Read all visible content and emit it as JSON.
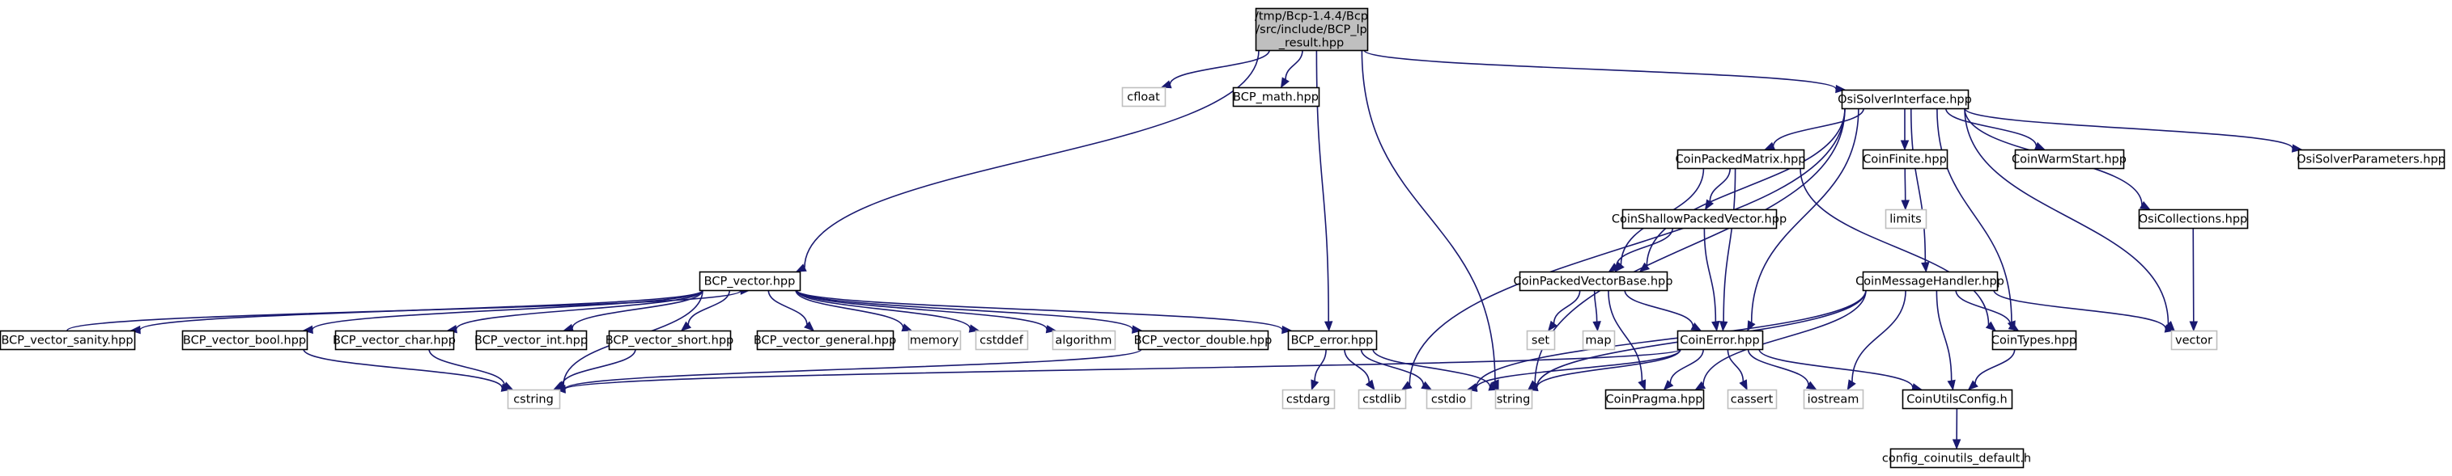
{
  "colors": {
    "edge": "#191970",
    "node_border": "#000000",
    "external_border": "#bfbfbf",
    "focus_fill": "#bfbfbf",
    "node_fill": "#ffffff"
  },
  "nodes": [
    {
      "id": "root",
      "lines": [
        "/tmp/Bcp-1.4.4/Bcp",
        "/src/include/BCP_lp",
        "_result.hpp"
      ],
      "kind": "focus"
    },
    {
      "id": "cfloat",
      "lines": [
        "cfloat"
      ],
      "kind": "external"
    },
    {
      "id": "bcp_math",
      "lines": [
        "BCP_math.hpp"
      ],
      "kind": "file"
    },
    {
      "id": "osi_si",
      "lines": [
        "OsiSolverInterface.hpp"
      ],
      "kind": "file"
    },
    {
      "id": "bcp_vector",
      "lines": [
        "BCP_vector.hpp"
      ],
      "kind": "file"
    },
    {
      "id": "bcp_error",
      "lines": [
        "BCP_error.hpp"
      ],
      "kind": "file"
    },
    {
      "id": "string",
      "lines": [
        "string"
      ],
      "kind": "external"
    },
    {
      "id": "cpm",
      "lines": [
        "CoinPackedMatrix.hpp"
      ],
      "kind": "file"
    },
    {
      "id": "finite",
      "lines": [
        "CoinFinite.hpp"
      ],
      "kind": "file"
    },
    {
      "id": "warm",
      "lines": [
        "CoinWarmStart.hpp"
      ],
      "kind": "file"
    },
    {
      "id": "osi_params",
      "lines": [
        "OsiSolverParameters.hpp"
      ],
      "kind": "file"
    },
    {
      "id": "osi_coll",
      "lines": [
        "OsiCollections.hpp"
      ],
      "kind": "file"
    },
    {
      "id": "limits",
      "lines": [
        "limits"
      ],
      "kind": "external"
    },
    {
      "id": "cspv",
      "lines": [
        "CoinShallowPackedVector.hpp"
      ],
      "kind": "file"
    },
    {
      "id": "cpvb",
      "lines": [
        "CoinPackedVectorBase.hpp"
      ],
      "kind": "file"
    },
    {
      "id": "cmh",
      "lines": [
        "CoinMessageHandler.hpp"
      ],
      "kind": "file"
    },
    {
      "id": "set",
      "lines": [
        "set"
      ],
      "kind": "external"
    },
    {
      "id": "map",
      "lines": [
        "map"
      ],
      "kind": "external"
    },
    {
      "id": "coin_error",
      "lines": [
        "CoinError.hpp"
      ],
      "kind": "file"
    },
    {
      "id": "coin_types",
      "lines": [
        "CoinTypes.hpp"
      ],
      "kind": "file"
    },
    {
      "id": "vector",
      "lines": [
        "vector"
      ],
      "kind": "external"
    },
    {
      "id": "sanity",
      "lines": [
        "BCP_vector_sanity.hpp"
      ],
      "kind": "file"
    },
    {
      "id": "vbool",
      "lines": [
        "BCP_vector_bool.hpp"
      ],
      "kind": "file"
    },
    {
      "id": "vchar",
      "lines": [
        "BCP_vector_char.hpp"
      ],
      "kind": "file"
    },
    {
      "id": "vint",
      "lines": [
        "BCP_vector_int.hpp"
      ],
      "kind": "file"
    },
    {
      "id": "vshort",
      "lines": [
        "BCP_vector_short.hpp"
      ],
      "kind": "file"
    },
    {
      "id": "vgeneral",
      "lines": [
        "BCP_vector_general.hpp"
      ],
      "kind": "file"
    },
    {
      "id": "memory",
      "lines": [
        "memory"
      ],
      "kind": "external"
    },
    {
      "id": "cstddef",
      "lines": [
        "cstddef"
      ],
      "kind": "external"
    },
    {
      "id": "algorithm",
      "lines": [
        "algorithm"
      ],
      "kind": "external"
    },
    {
      "id": "vdouble",
      "lines": [
        "BCP_vector_double.hpp"
      ],
      "kind": "file"
    },
    {
      "id": "cstring",
      "lines": [
        "cstring"
      ],
      "kind": "external"
    },
    {
      "id": "cstdarg",
      "lines": [
        "cstdarg"
      ],
      "kind": "external"
    },
    {
      "id": "cstdlib",
      "lines": [
        "cstdlib"
      ],
      "kind": "external"
    },
    {
      "id": "cstdio",
      "lines": [
        "cstdio"
      ],
      "kind": "external"
    },
    {
      "id": "pragma",
      "lines": [
        "CoinPragma.hpp"
      ],
      "kind": "file"
    },
    {
      "id": "cassert",
      "lines": [
        "cassert"
      ],
      "kind": "external"
    },
    {
      "id": "iostream",
      "lines": [
        "iostream"
      ],
      "kind": "external"
    },
    {
      "id": "utils_config",
      "lines": [
        "CoinUtilsConfig.h"
      ],
      "kind": "file"
    },
    {
      "id": "config_default",
      "lines": [
        "config_coinutils_default.h"
      ],
      "kind": "file"
    }
  ],
  "edges": [
    [
      "root",
      "cfloat"
    ],
    [
      "root",
      "bcp_math"
    ],
    [
      "root",
      "osi_si"
    ],
    [
      "root",
      "bcp_vector"
    ],
    [
      "root",
      "bcp_error"
    ],
    [
      "root",
      "string"
    ],
    [
      "osi_si",
      "cstdlib"
    ],
    [
      "osi_si",
      "string"
    ],
    [
      "osi_si",
      "vector"
    ],
    [
      "osi_si",
      "cpm"
    ],
    [
      "osi_si",
      "finite"
    ],
    [
      "osi_si",
      "warm"
    ],
    [
      "osi_si",
      "osi_params"
    ],
    [
      "osi_si",
      "osi_coll"
    ],
    [
      "osi_si",
      "cmh"
    ],
    [
      "osi_si",
      "cpvb"
    ],
    [
      "osi_si",
      "coin_error"
    ],
    [
      "osi_si",
      "coin_types"
    ],
    [
      "cpm",
      "cspv"
    ],
    [
      "cpm",
      "cpvb"
    ],
    [
      "cpm",
      "coin_error"
    ],
    [
      "cpm",
      "coin_types"
    ],
    [
      "finite",
      "limits"
    ],
    [
      "osi_coll",
      "vector"
    ],
    [
      "cspv",
      "cpvb"
    ],
    [
      "cspv",
      "coin_error"
    ],
    [
      "cpvb",
      "set"
    ],
    [
      "cpvb",
      "map"
    ],
    [
      "cpvb",
      "coin_error"
    ],
    [
      "cpvb",
      "pragma"
    ],
    [
      "cmh",
      "coin_types"
    ],
    [
      "cmh",
      "utils_config"
    ],
    [
      "cmh",
      "vector"
    ],
    [
      "cmh",
      "iostream"
    ],
    [
      "cmh",
      "pragma"
    ],
    [
      "cmh",
      "string"
    ],
    [
      "cmh",
      "cstdio"
    ],
    [
      "coin_error",
      "cstring"
    ],
    [
      "coin_error",
      "string"
    ],
    [
      "coin_error",
      "cstdio"
    ],
    [
      "coin_error",
      "pragma"
    ],
    [
      "coin_error",
      "cassert"
    ],
    [
      "coin_error",
      "iostream"
    ],
    [
      "coin_error",
      "utils_config"
    ],
    [
      "coin_types",
      "utils_config"
    ],
    [
      "utils_config",
      "config_default"
    ],
    [
      "bcp_vector",
      "sanity"
    ],
    [
      "sanity",
      "bcp_vector"
    ],
    [
      "bcp_vector",
      "vbool"
    ],
    [
      "bcp_vector",
      "vchar"
    ],
    [
      "bcp_vector",
      "vint"
    ],
    [
      "bcp_vector",
      "vshort"
    ],
    [
      "bcp_vector",
      "vgeneral"
    ],
    [
      "bcp_vector",
      "memory"
    ],
    [
      "bcp_vector",
      "cstddef"
    ],
    [
      "bcp_vector",
      "algorithm"
    ],
    [
      "bcp_vector",
      "vdouble"
    ],
    [
      "bcp_vector",
      "bcp_error"
    ],
    [
      "bcp_vector",
      "cstring"
    ],
    [
      "vbool",
      "cstring"
    ],
    [
      "vchar",
      "cstring"
    ],
    [
      "vshort",
      "cstring"
    ],
    [
      "vdouble",
      "cstring"
    ],
    [
      "bcp_error",
      "cstdarg"
    ],
    [
      "bcp_error",
      "cstdlib"
    ],
    [
      "bcp_error",
      "cstdio"
    ],
    [
      "bcp_error",
      "string"
    ]
  ]
}
